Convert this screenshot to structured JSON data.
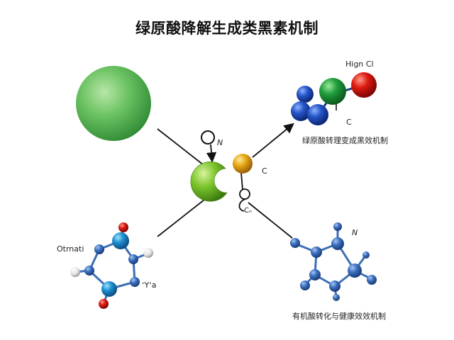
{
  "title": "绿原酸降解生成类黑素机制",
  "labels": {
    "top_right_header": "Hign Cl",
    "top_right_c": "C",
    "top_right_caption": "绿原酸转理变成黑效机制",
    "center_n": "N",
    "center_c": "C",
    "center_c_sub": "Cₙ",
    "bottom_left_name": "Otrnati",
    "bottom_left_side": "ʻYʻa",
    "bottom_right_n": "N",
    "bottom_right_caption": "有机酸转化与健康效效机制"
  },
  "colors": {
    "green_sphere": "#5cb85c",
    "blue_atom": "#1d4fb0",
    "red_atom": "#cc1111",
    "gold_atom": "#e3a615",
    "lime_ring": "#7ac12a",
    "ring_bond": "#3d6fb4"
  }
}
